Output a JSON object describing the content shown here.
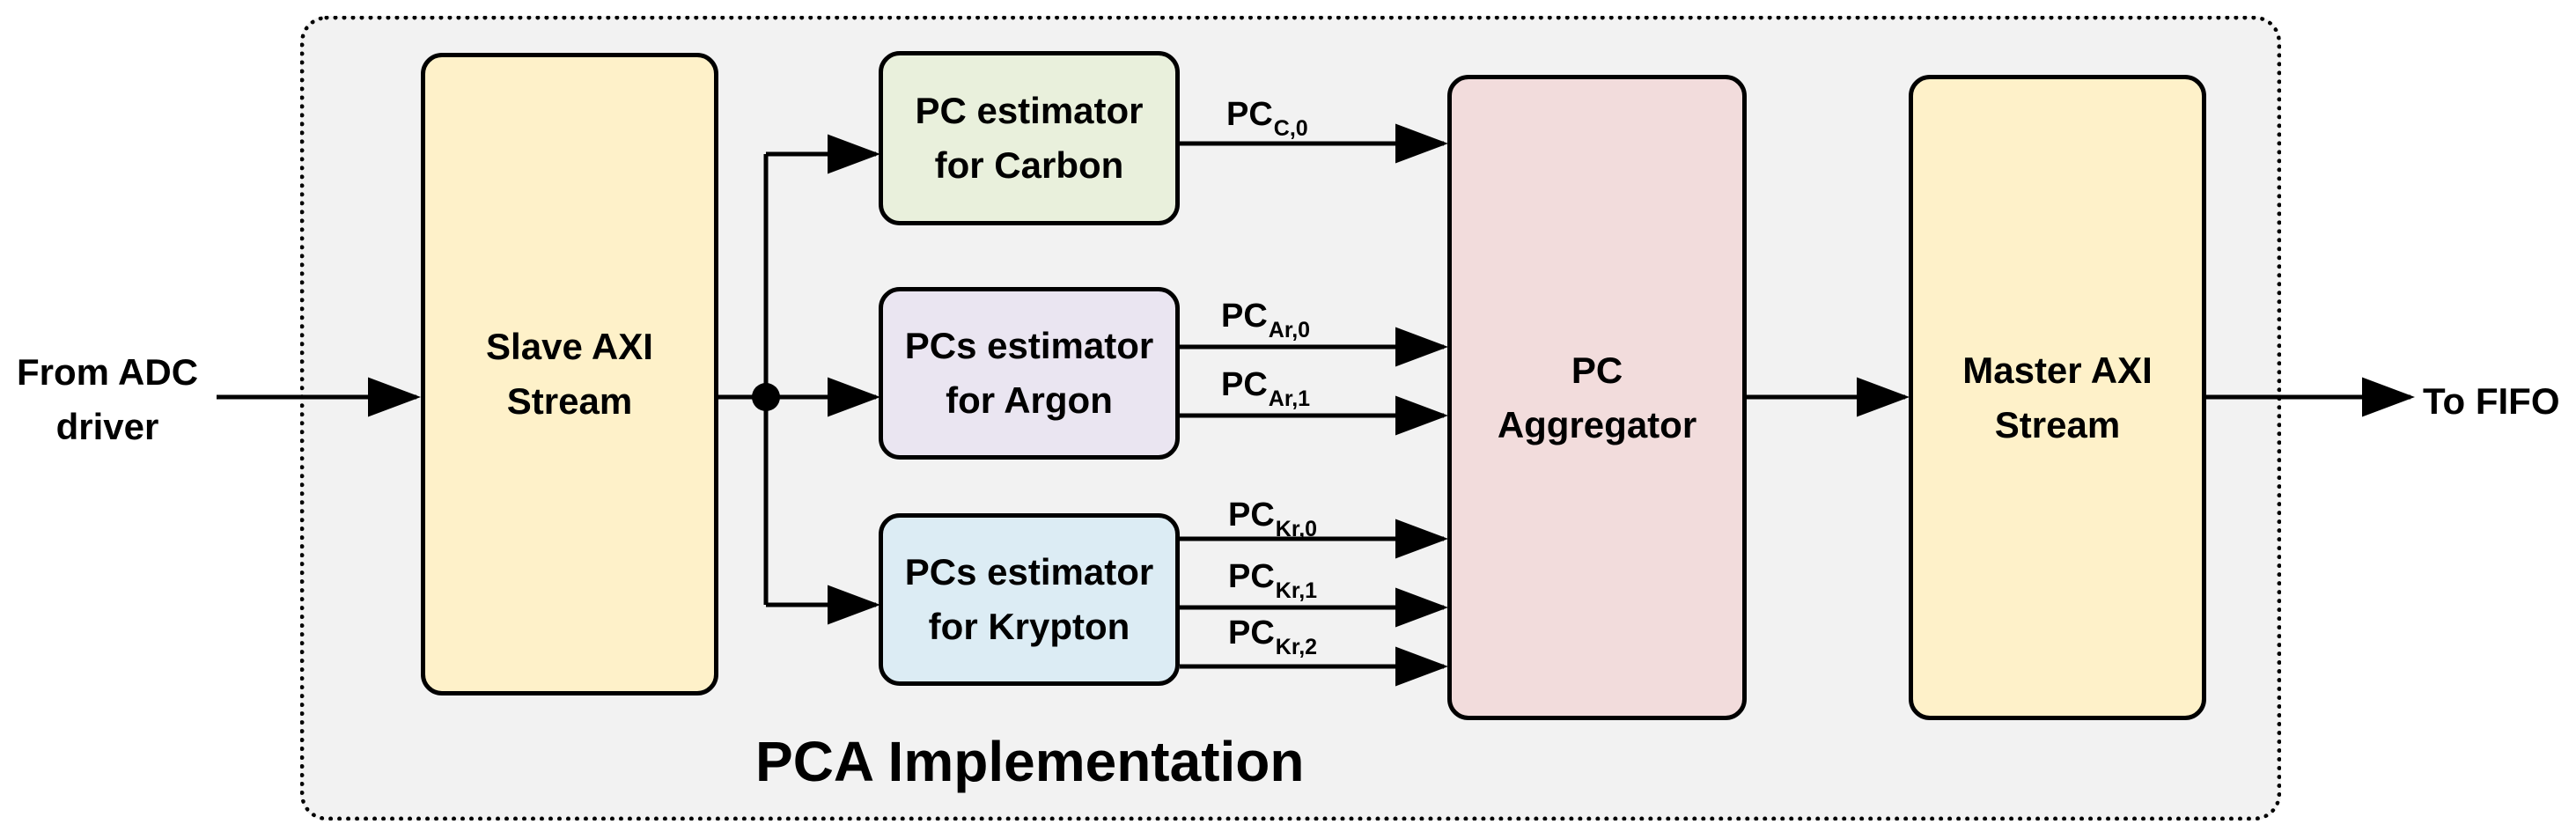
{
  "diagram": {
    "title": "PCA Implementation",
    "input_label": "From ADC\ndriver",
    "output_label": "To FIFO",
    "blocks": {
      "slave_axi": "Slave AXI\nStream",
      "carbon": "PC estimator\nfor Carbon",
      "argon": "PCs estimator\nfor Argon",
      "krypton": "PCs estimator\nfor Krypton",
      "aggregator": "PC\nAggregator",
      "master_axi": "Master AXI\nStream"
    },
    "signals": {
      "c0": {
        "main": "PC",
        "sub": "C,0"
      },
      "ar0": {
        "main": "PC",
        "sub": "Ar,0"
      },
      "ar1": {
        "main": "PC",
        "sub": "Ar,1"
      },
      "kr0": {
        "main": "PC",
        "sub": "Kr,0"
      },
      "kr1": {
        "main": "PC",
        "sub": "Kr,1"
      },
      "kr2": {
        "main": "PC",
        "sub": "Kr,2"
      }
    },
    "colors": {
      "axi_stream": "#fef1c9",
      "carbon": "#e9f0dc",
      "argon": "#eae5f1",
      "krypton": "#dcecf4",
      "aggregator": "#f2dcdc",
      "frame_fill": "#f2f2f2",
      "line": "#000000"
    }
  }
}
